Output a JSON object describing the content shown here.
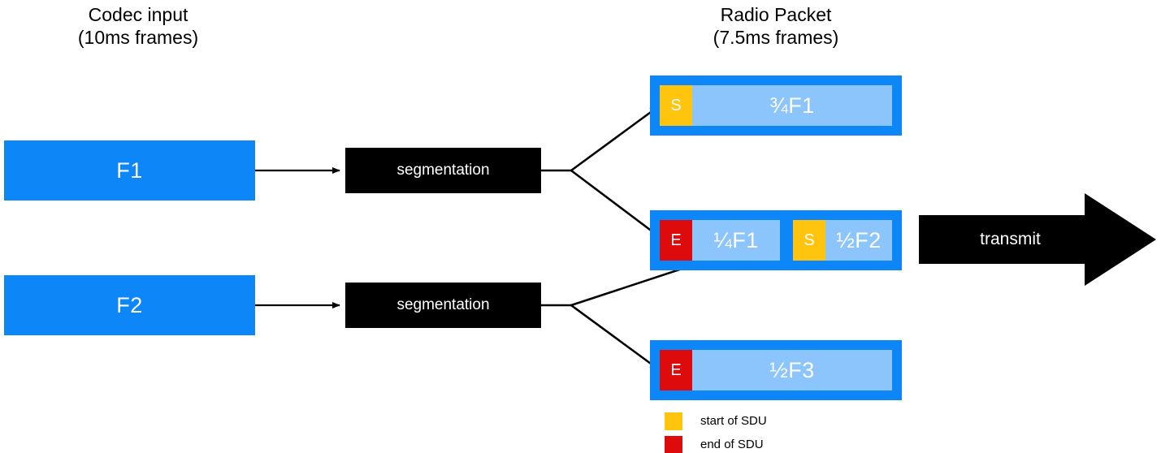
{
  "headers": {
    "left": "Codec input\n(10ms frames)",
    "right": "Radio Packet\n(7.5ms frames)"
  },
  "codec_frames": [
    {
      "label": "F1"
    },
    {
      "label": "F2"
    }
  ],
  "segmentation": [
    {
      "label": "segmentation"
    },
    {
      "label": "segmentation"
    }
  ],
  "packets": [
    {
      "name": "packet-1",
      "sdus": [
        {
          "flag": "S",
          "flag_type": "start",
          "payload": "¾F1"
        }
      ]
    },
    {
      "name": "packet-2",
      "sdus": [
        {
          "flag": "E",
          "flag_type": "end",
          "payload": "¼F1"
        },
        {
          "flag": "S",
          "flag_type": "start",
          "payload": "½F2"
        }
      ]
    },
    {
      "name": "packet-3",
      "sdus": [
        {
          "flag": "E",
          "flag_type": "end",
          "payload": "½F3"
        }
      ]
    }
  ],
  "transmit": {
    "label": "transmit"
  },
  "legend": [
    {
      "swatch": "start",
      "label": "start of SDU"
    },
    {
      "swatch": "end",
      "label": "end of SDU"
    }
  ],
  "colors": {
    "packet_blue": "#0d86f8",
    "payload_blue": "#8cc5fb",
    "start_yellow": "#ffc40d",
    "end_red": "#dd0b0b",
    "black": "#000000",
    "white": "#ffffff"
  }
}
